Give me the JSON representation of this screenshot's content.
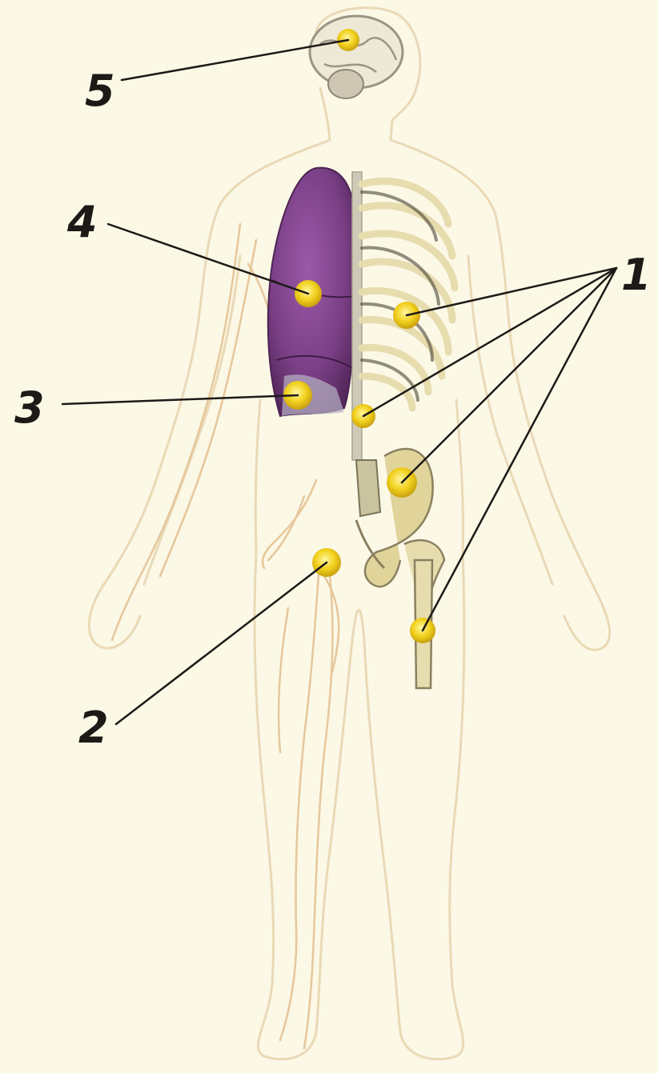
{
  "diagram": {
    "labels": [
      {
        "id": "1",
        "text": "1"
      },
      {
        "id": "2",
        "text": "2"
      },
      {
        "id": "3",
        "text": "3"
      },
      {
        "id": "4",
        "text": "4"
      },
      {
        "id": "5",
        "text": "5"
      }
    ]
  },
  "colors": {
    "background": "#fbf8e6",
    "outline": "#e9d9b6",
    "nerves": "#e6c79a",
    "lung": "#7a3f86",
    "bone": "#e7dcae",
    "marker": "#f2d21e",
    "leader": "#1c1a17"
  }
}
